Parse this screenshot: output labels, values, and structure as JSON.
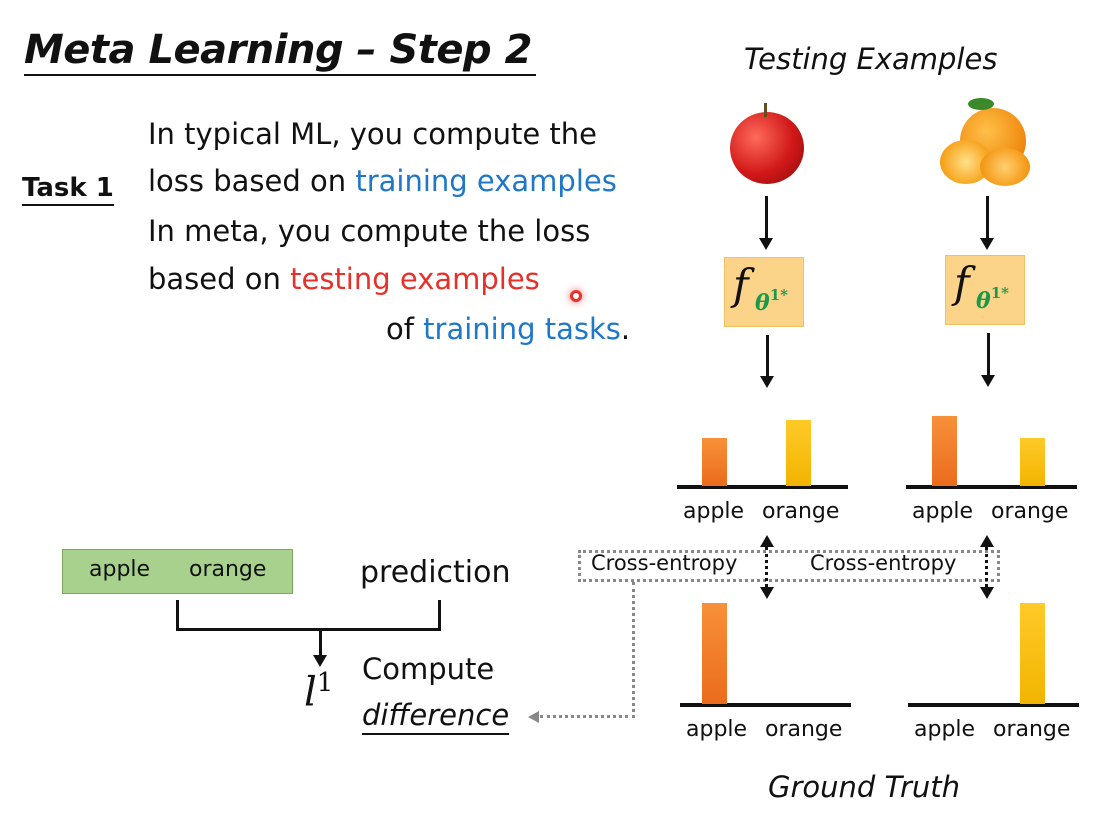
{
  "title": "Meta Learning – Step 2",
  "task_label": "Task 1",
  "text": {
    "l1": "In typical ML, you compute the",
    "l2a": "loss based on ",
    "l2b": "training examples",
    "l3": "In meta, you compute the loss",
    "l4a": "based on ",
    "l4b": "testing examples",
    "l5a": "of ",
    "l5b": "training tasks",
    "l5c": "."
  },
  "testing_examples_label": "Testing Examples",
  "ground_truth_label": "Ground Truth",
  "model": {
    "f": "f",
    "theta": "θ",
    "sup": "1*"
  },
  "class_labels": {
    "apple": "apple",
    "orange": "orange"
  },
  "predictions": [
    {
      "apple": 0.55,
      "orange": 0.75
    },
    {
      "apple": 0.8,
      "orange": 0.55
    }
  ],
  "ground_truth": [
    {
      "apple": 1,
      "orange": 0
    },
    {
      "apple": 0,
      "orange": 1
    }
  ],
  "cross_entropy_label": "Cross-entropy",
  "legend_box": {
    "apple": "apple",
    "orange": "orange"
  },
  "prediction_label": "prediction",
  "loss": {
    "symbol": "l",
    "sup": "1"
  },
  "compute_label": "Compute",
  "difference_label": "difference",
  "colors": {
    "apple_bar": "#f08030",
    "orange_bar": "#fcc419",
    "blue": "#1f77c8",
    "red": "#e8302a",
    "green_theta": "#1a9a48",
    "model_box": "#fbd48a",
    "legend_box": "#a9d18e"
  }
}
